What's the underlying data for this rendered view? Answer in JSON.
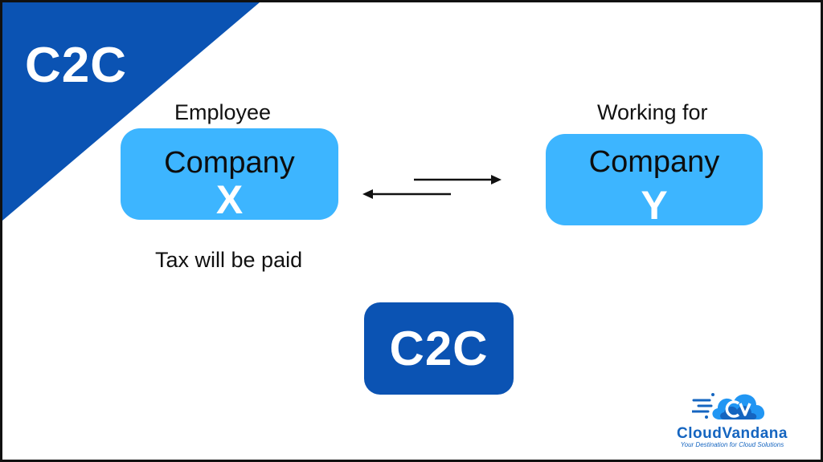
{
  "header": {
    "corner_title": "C2C"
  },
  "diagram": {
    "left_company": {
      "caption_top": "Employee",
      "name": "Company",
      "letter": "X",
      "caption_bottom": "Tax will be paid"
    },
    "right_company": {
      "caption_top": "Working for",
      "name": "Company",
      "letter": "Y"
    },
    "badge": "C2C"
  },
  "logo": {
    "name_part1": "Cloud",
    "name_part2": "Vandana",
    "tagline": "Your Destination for Cloud Solutions"
  },
  "colors": {
    "dark_blue": "#0b53b3",
    "light_blue": "#3db5ff",
    "text": "#111111"
  },
  "icons": {
    "arrows": "bidirectional-arrows-icon",
    "logo": "cloud-cv-logo-icon"
  }
}
